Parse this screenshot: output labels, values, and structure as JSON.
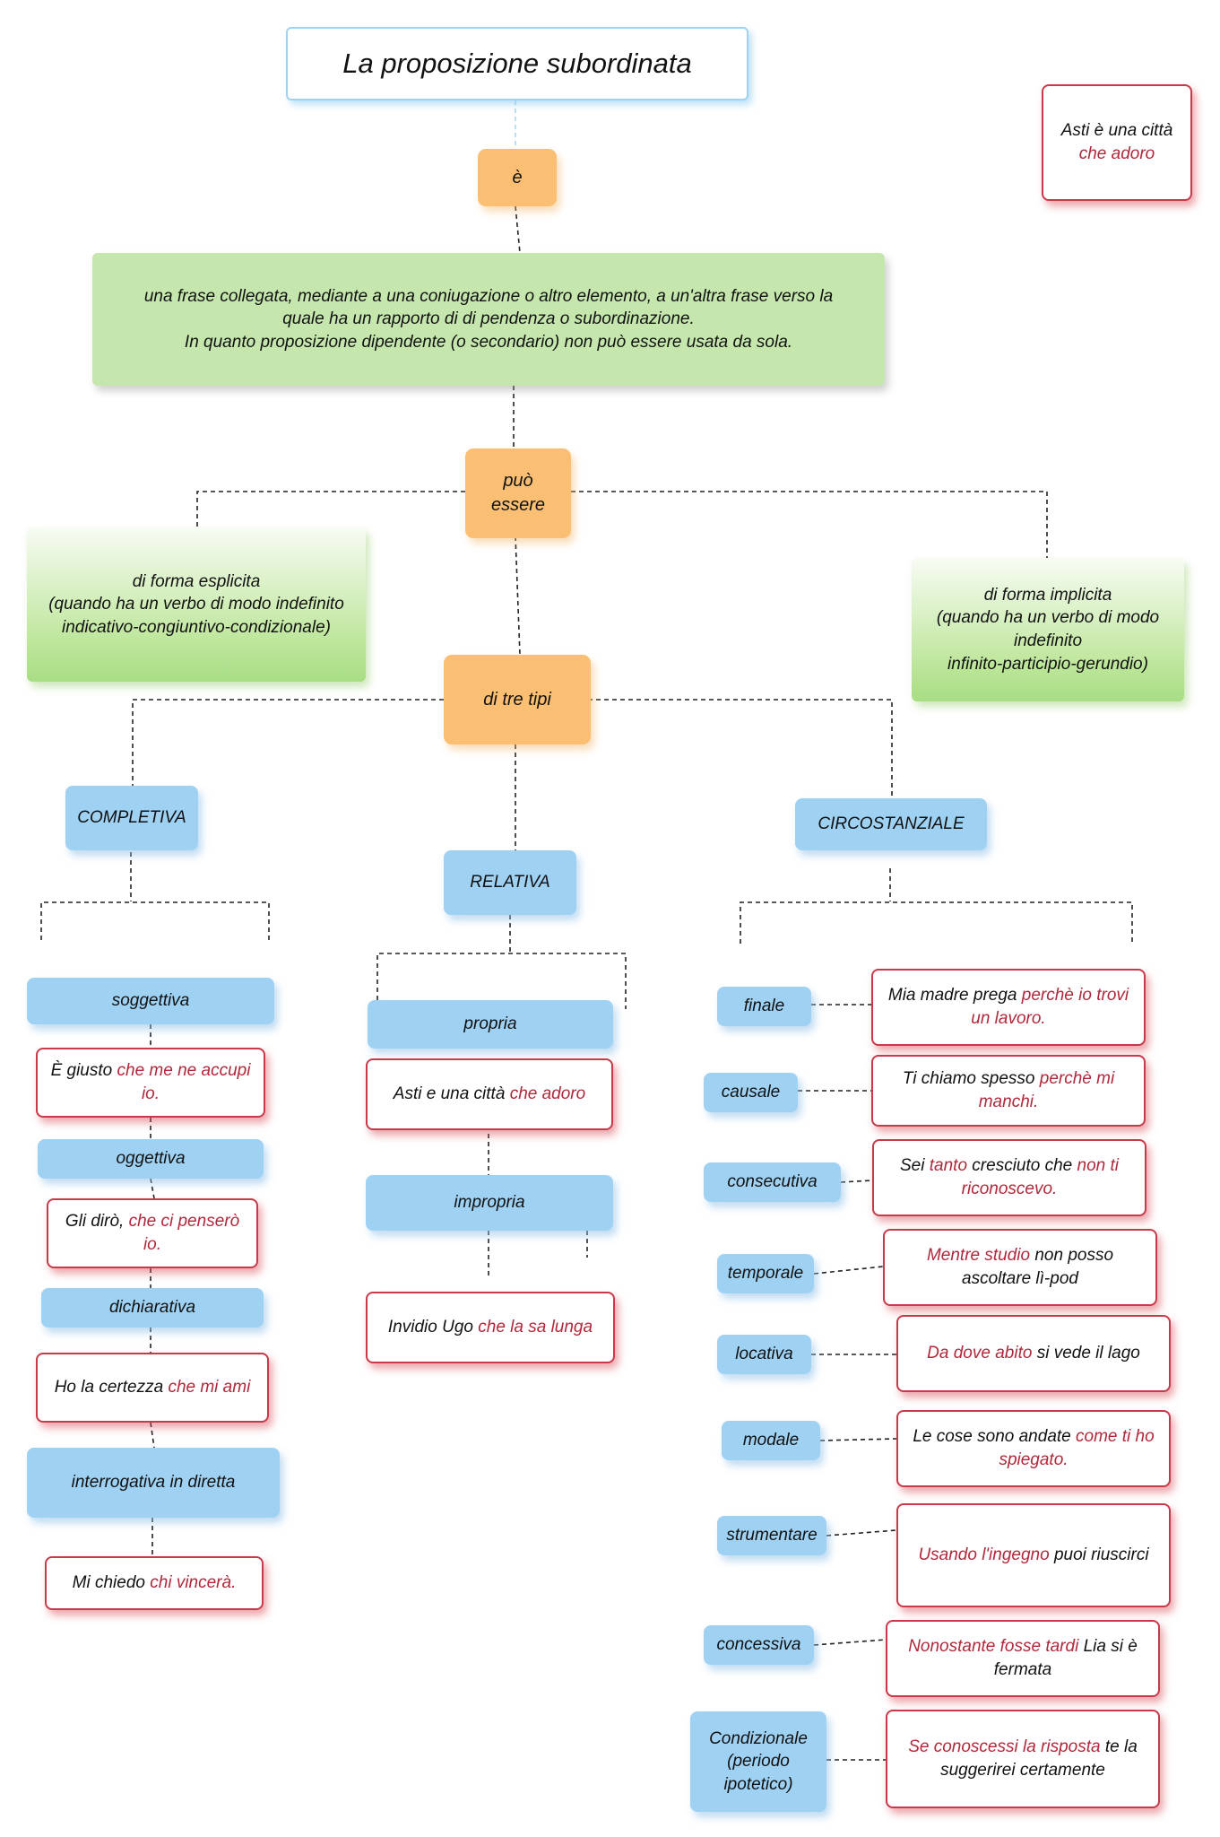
{
  "title": "La proposizione subordinata",
  "corner_example": {
    "plain": "Asti è  una città",
    "highlight": "che adoro"
  },
  "nodes": {
    "e": "è",
    "definition": [
      "una frase collegata, mediante a una coniugazione o altro elemento, a un'altra frase verso la",
      "quale ha un rapporto di di pendenza o subordinazione.",
      "In quanto proposizione dipendente (o secondario) non può essere usata da sola."
    ],
    "puo_essere": [
      "può",
      "essere"
    ],
    "esplicita": [
      "di forma esplicita",
      "(quando ha un verbo di modo indefinito",
      "indicativo-congiuntivo-condizionale)"
    ],
    "implicita": [
      "di forma implicita",
      "(quando ha un verbo di modo",
      "indefinito",
      "infinito-participio-gerundio)"
    ],
    "tre_tipi": "di tre tipi",
    "completiva": "COMPLETIVA",
    "relativa": "RELATIVA",
    "circostanziale": "CIRCOSTANZIALE"
  },
  "completiva_items": [
    {
      "label": "soggettiva",
      "example": {
        "plain": "È  giusto ",
        "highlight": "che me ne accupi io."
      }
    },
    {
      "label": "oggettiva",
      "example": {
        "plain": "Gli dirò, ",
        "highlight": "che ci penserò io."
      }
    },
    {
      "label": "dichiarativa",
      "example": {
        "plain": "Ho la certezza ",
        "highlight": "che mi ami"
      }
    },
    {
      "label": "interrogativa in diretta",
      "example": {
        "plain": "Mi chiedo ",
        "highlight": "chi vincerà."
      }
    }
  ],
  "relativa_items": [
    {
      "label": "propria",
      "example": {
        "plain": "Asti e una città ",
        "highlight": "che adoro"
      }
    },
    {
      "label": "impropria",
      "example": {
        "plain": "Invidio Ugo ",
        "highlight": "che la sa lunga"
      }
    }
  ],
  "circostanziale_items": [
    {
      "label": "finale",
      "parts": [
        {
          "t": "Mia madre prega  ",
          "red": false
        },
        {
          "t": "perchè io trovi un lavoro.",
          "red": true
        }
      ]
    },
    {
      "label": "causale",
      "parts": [
        {
          "t": "Ti chiamo spesso  ",
          "red": false
        },
        {
          "t": "perchè mi manchi.",
          "red": true
        }
      ]
    },
    {
      "label": "consecutiva",
      "parts": [
        {
          "t": "Sei  ",
          "red": false
        },
        {
          "t": "tanto",
          "red": true
        },
        {
          "t": " cresciuto che ",
          "red": false
        },
        {
          "t": "non ti riconoscevo.",
          "red": true
        }
      ]
    },
    {
      "label": "temporale",
      "parts": [
        {
          "t": "Mentre studio",
          "red": true
        },
        {
          "t": " non posso ascoltare lì-pod",
          "red": false
        }
      ]
    },
    {
      "label": "locativa",
      "parts": [
        {
          "t": "Da dove abito",
          "red": true
        },
        {
          "t": " si vede il lago",
          "red": false
        }
      ]
    },
    {
      "label": "modale",
      "parts": [
        {
          "t": "Le cose sono andate  ",
          "red": false
        },
        {
          "t": "come ti ho spiegato.",
          "red": true
        }
      ]
    },
    {
      "label": "strumentare",
      "parts": [
        {
          "t": "Usando l'ingegno",
          "red": true
        },
        {
          "t": " puoi riuscirci",
          "red": false
        }
      ]
    },
    {
      "label": "concessiva",
      "parts": [
        {
          "t": "Nonostante fosse tardi",
          "red": true
        },
        {
          "t": " Lia si è fermata",
          "red": false
        }
      ]
    },
    {
      "label": "Condizionale (periodo ipotetico)",
      "parts": [
        {
          "t": "Se conoscessi la risposta",
          "red": true
        },
        {
          "t": " te la suggerirei certamente",
          "red": false
        }
      ]
    }
  ],
  "colors": {
    "orange": "#fbbf73",
    "green": "#c5e7ae",
    "blue": "#9fd1f3",
    "example_border": "#c83a4a",
    "highlight_text": "#b0283b"
  }
}
